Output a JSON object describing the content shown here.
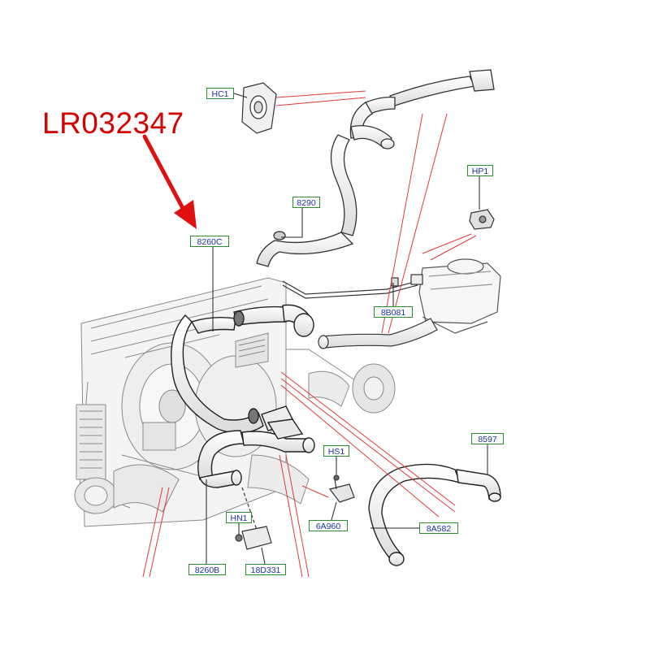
{
  "part_number": "LR032347",
  "callouts": {
    "hc1": "HC1",
    "hp1": "HP1",
    "c8290": "8290",
    "c8260c": "8260C",
    "c8b081": "8B081",
    "c8597": "8597",
    "hs1": "HS1",
    "c6a960": "6A960",
    "c8a582": "8A582",
    "hn1": "HN1",
    "c8260b": "8260B",
    "c18d331": "18D331"
  },
  "colors": {
    "part_number": "#d40000",
    "arrow": "#e01010",
    "callout_border": "#2e8b2e",
    "callout_text": "#1a33a0",
    "leader_red": "#e03a3a",
    "line_art": "#333333"
  }
}
